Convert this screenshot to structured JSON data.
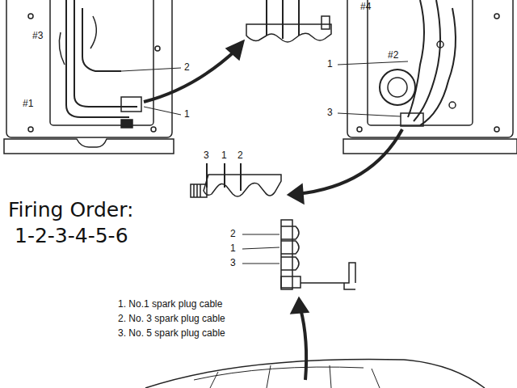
{
  "diagram": {
    "labels": [
      "#3",
      "#1",
      "2",
      "1",
      "#4",
      "#2",
      "1",
      "3",
      "3",
      "1",
      "2",
      "Firing Order:",
      "1-2-3-4-5-6",
      "2",
      "1",
      "3",
      "1. No.1 spark plug cable",
      "2. No. 3 spark plug cable",
      "3. No. 5 spark plug cable"
    ]
  }
}
